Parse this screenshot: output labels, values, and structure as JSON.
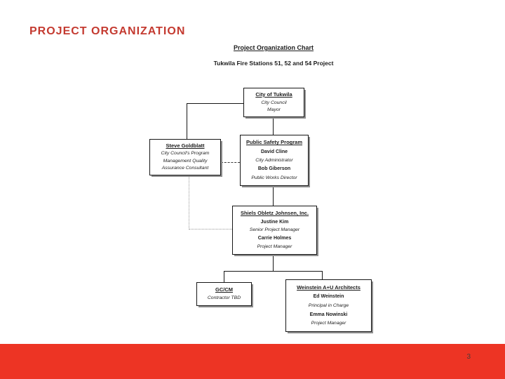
{
  "slide": {
    "title": "PROJECT ORGANIZATION",
    "page_number": "3",
    "accent_red": "#c43a30",
    "footer_red": "#ed3424",
    "box_border_color": "#161616",
    "box_shadow_color": "#8f8f8f"
  },
  "chart": {
    "title": "Project Organization Chart",
    "subtitle": "Tukwila Fire Stations 51, 52 and 54 Project",
    "nodes": {
      "city": {
        "title": "City of Tukwila",
        "lines": [
          "City Council",
          "Mayor"
        ]
      },
      "goldblatt": {
        "title": "Steve Goldblatt",
        "lines": [
          "City Council's Program",
          "Management Quality",
          "Assurance Consultant"
        ]
      },
      "public_safety": {
        "title": "Public Safety Program",
        "lines": [
          "David Cline",
          "City Administrator",
          "Bob Giberson",
          "Public Works Director"
        ]
      },
      "soj": {
        "title": "Shiels Obletz Johnsen, Inc.",
        "lines": [
          "Justine Kim",
          "Senior Project Manager",
          "Carrie Holmes",
          "Project Manager"
        ]
      },
      "gccm": {
        "title": "GC/CM",
        "lines": [
          "Contractor TBD"
        ]
      },
      "weinstein": {
        "title": "Weinstein A+U Architects",
        "lines": [
          "Ed Weinstein",
          "Principal in Charge",
          "Emma Nowinski",
          "Project Manager"
        ]
      }
    },
    "connectors": [
      "city-to-goldblatt",
      "city-to-public-safety",
      "goldblatt-to-public-safety-dashed",
      "public-safety-to-soj",
      "goldblatt-to-soj-dotted",
      "soj-to-branch",
      "branch-to-gccm",
      "branch-to-weinstein"
    ]
  }
}
